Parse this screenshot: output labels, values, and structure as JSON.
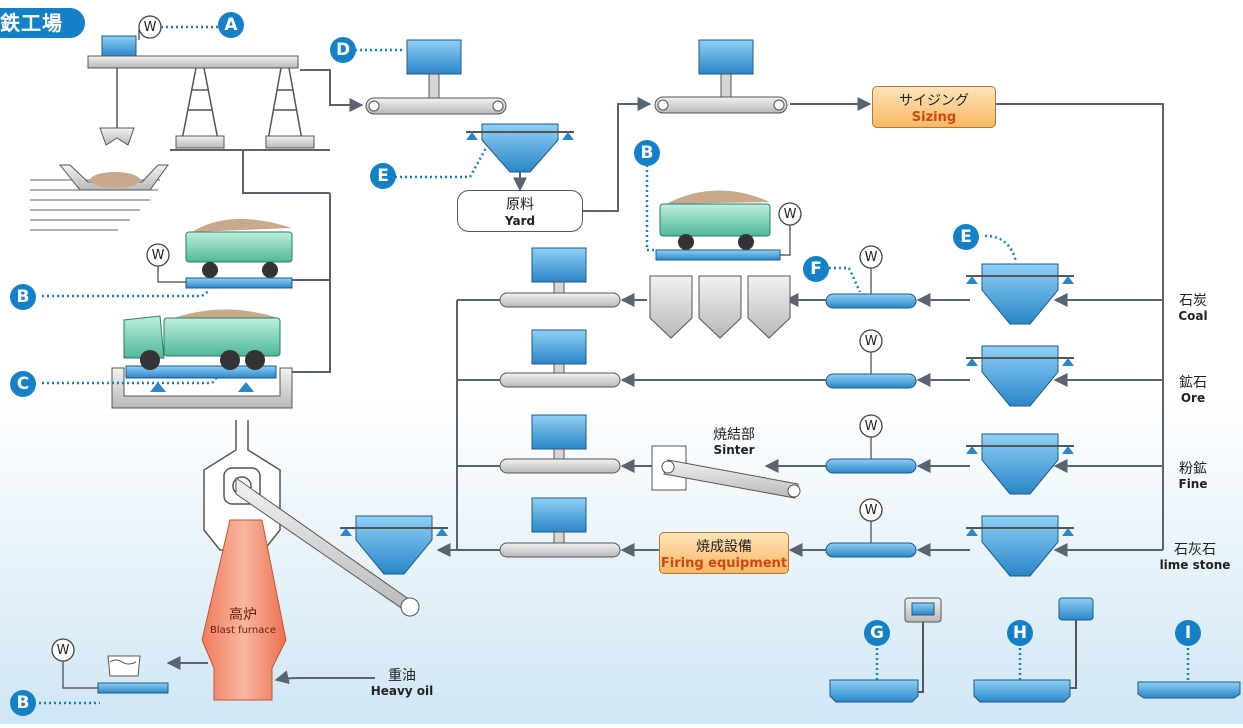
{
  "header": {
    "title": "鉄工場"
  },
  "icons": {
    "weigh_indicator": "W"
  },
  "markers": [
    "A",
    "B",
    "C",
    "D",
    "E",
    "F",
    "G",
    "H",
    "I"
  ],
  "labels": {
    "yard_jp": "原料",
    "yard_en": "Yard",
    "sizing_jp": "サイジング",
    "sizing_en": "Sizing",
    "sinter_jp": "焼結部",
    "sinter_en": "Sinter",
    "firing_jp": "焼成設備",
    "firing_en": "Firing equipment",
    "blast_jp": "高炉",
    "blast_en": "Blast furnace",
    "heavyoil_jp": "重油",
    "heavyoil_en": "Heavy oil",
    "coal_jp": "石炭",
    "coal_en": "Coal",
    "ore_jp": "鉱石",
    "ore_en": "Ore",
    "fine_jp": "粉鉱",
    "fine_en": "Fine",
    "lime_jp": "石灰石",
    "lime_en": "lime stone"
  },
  "colors": {
    "accent": "#1380c8",
    "line": "#5a6470",
    "blue_equip": "#3a9ad8",
    "furnace": "#f08a70",
    "orange_box": "#f7b865"
  }
}
